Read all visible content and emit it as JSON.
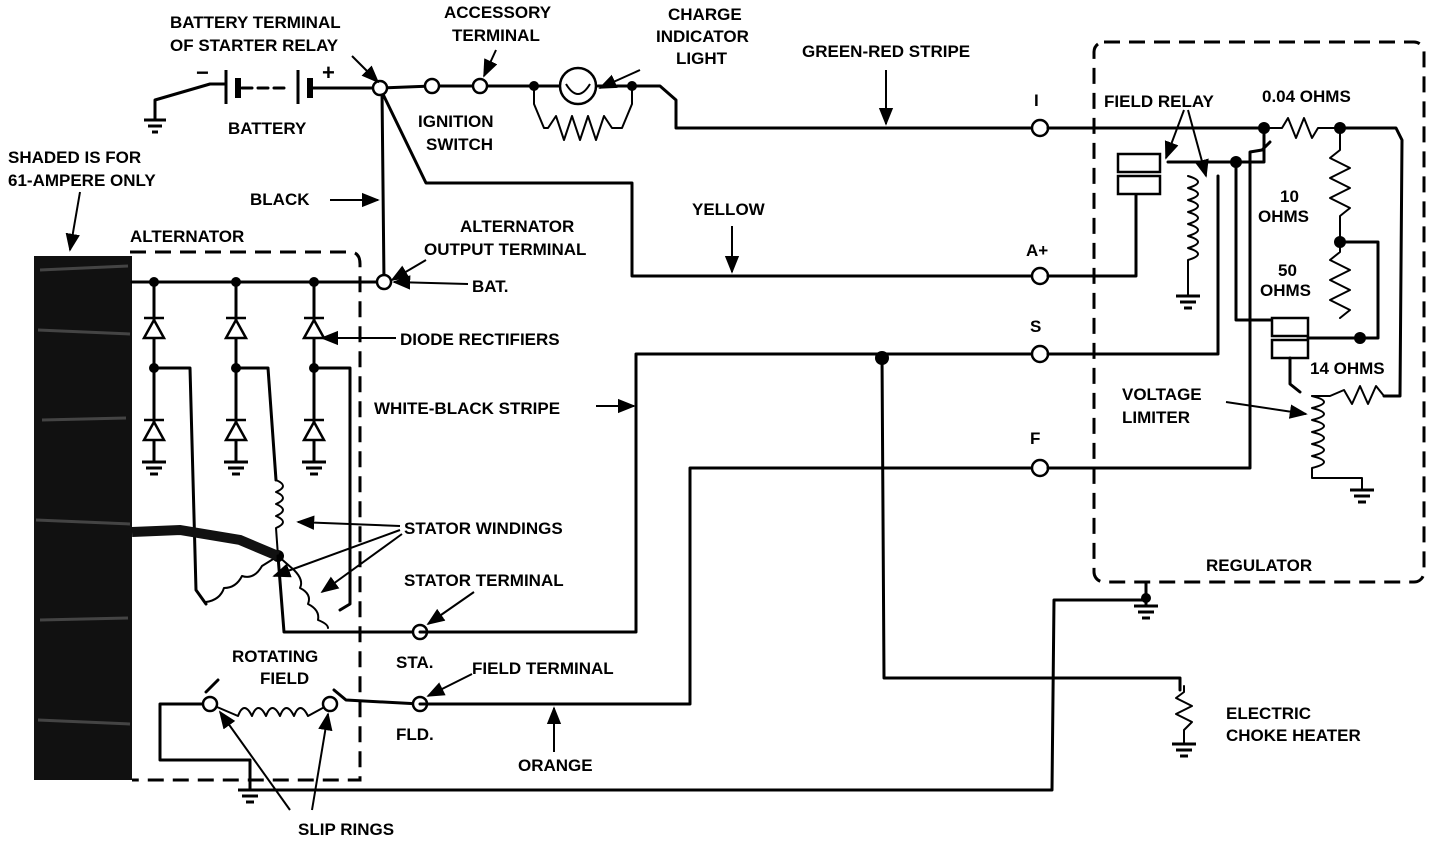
{
  "labels": {
    "battery_terminal": [
      "BATTERY TERMINAL",
      "OF STARTER RELAY"
    ],
    "accessory_terminal": [
      "ACCESSORY",
      "TERMINAL"
    ],
    "charge_indicator": [
      "CHARGE",
      "INDICATOR",
      "LIGHT"
    ],
    "green_red": "GREEN-RED STRIPE",
    "battery": "BATTERY",
    "ignition_switch": [
      "IGNITION",
      "SWITCH"
    ],
    "shaded": [
      "SHADED IS FOR",
      "61-AMPERE ONLY"
    ],
    "black": "BLACK",
    "alternator": "ALTERNATOR",
    "alt_output": [
      "ALTERNATOR",
      "OUTPUT TERMINAL"
    ],
    "bat": "BAT.",
    "yellow": "YELLOW",
    "diode_rectifiers": "DIODE RECTIFIERS",
    "white_black": "WHITE-BLACK STRIPE",
    "stator_windings": "STATOR  WINDINGS",
    "stator_terminal": "STATOR TERMINAL",
    "rotating_field": [
      "ROTATING",
      "FIELD"
    ],
    "sta": "STA.",
    "field_terminal": "FIELD TERMINAL",
    "fld": "FLD.",
    "orange": "ORANGE",
    "slip_rings": "SLIP RINGS",
    "term_i": "I",
    "term_a": "A+",
    "term_s": "S",
    "term_f": "F",
    "field_relay": "FIELD RELAY",
    "ohms_004": "0.04 OHMS",
    "ohms_10": [
      "10",
      "OHMS"
    ],
    "ohms_50": [
      "50",
      "OHMS"
    ],
    "ohms_14": "14 OHMS",
    "voltage_limiter": [
      "VOLTAGE",
      "LIMITER"
    ],
    "regulator": "REGULATOR",
    "choke_heater": [
      "ELECTRIC",
      "CHOKE HEATER"
    ]
  }
}
